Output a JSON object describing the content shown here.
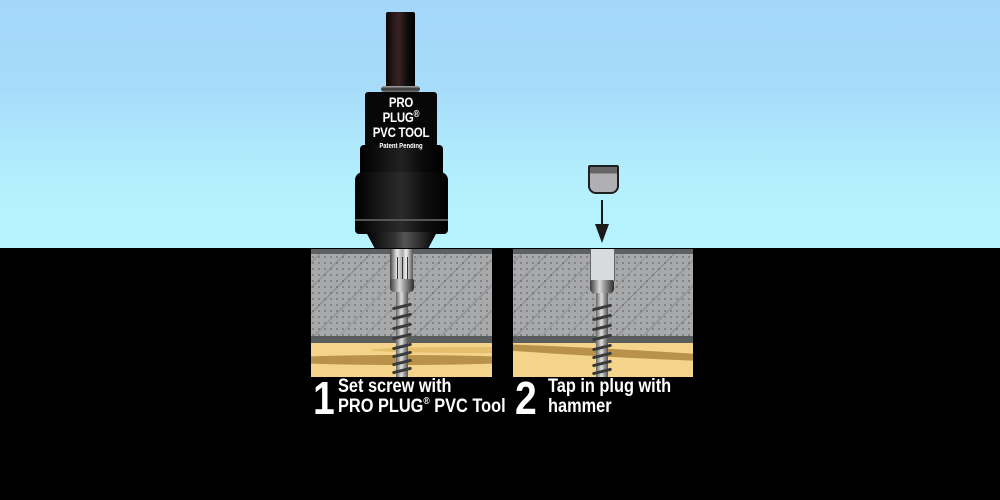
{
  "scene": {
    "sky_colors": [
      "#a4d6fa",
      "#b8f4fe"
    ],
    "ground_color": "#000000",
    "pvc_color": "#a8a9ab",
    "wood_color": "#f4d48a"
  },
  "tool": {
    "label_line1": "PRO PLUG",
    "label_line1_mark": "®",
    "label_line2": "PVC TOOL",
    "label_line3": "Patent Pending",
    "icon": "drill-tool-icon"
  },
  "steps": [
    {
      "number": "1",
      "line1": "Set screw with",
      "line2": "PRO PLUG",
      "line2_mark": "®",
      "line2_rest": " PVC Tool"
    },
    {
      "number": "2",
      "line1": "Tap in plug with",
      "line2": "hammer"
    }
  ],
  "plug": {
    "icon": "plug-icon",
    "arrow": "down-arrow-icon"
  }
}
